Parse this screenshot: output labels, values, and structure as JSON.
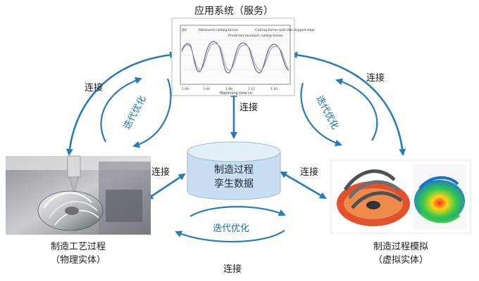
{
  "nodes": {
    "app_system": {
      "title": "应用系统（服务）"
    },
    "database": {
      "line1": "制造过程",
      "line2": "孪生数据"
    },
    "physical": {
      "line1": "制造工艺过程",
      "line2": "（物理实体）"
    },
    "simulation": {
      "line1": "制造过程模拟",
      "line2": "（虚拟实体）"
    }
  },
  "chart": {
    "axis_left": "(b)",
    "xlabel": "Machining time (s)",
    "annotations": [
      "Measured cutting forces",
      "Predicted resultant cutting forces",
      "Cutting forces with the chipped edge"
    ]
  },
  "links": {
    "left_top": "连接",
    "right_top": "连接",
    "center_vertical": "连接",
    "left_db": "连接",
    "right_db": "连接",
    "bottom": "连接"
  },
  "loops": {
    "left": "迭代优化",
    "right": "迭代优化",
    "bottom": "迭代优化"
  },
  "colors": {
    "arrow": "#2a7ab8",
    "database_fill": "#c6ddf2",
    "database_top": "#e3eff9"
  }
}
